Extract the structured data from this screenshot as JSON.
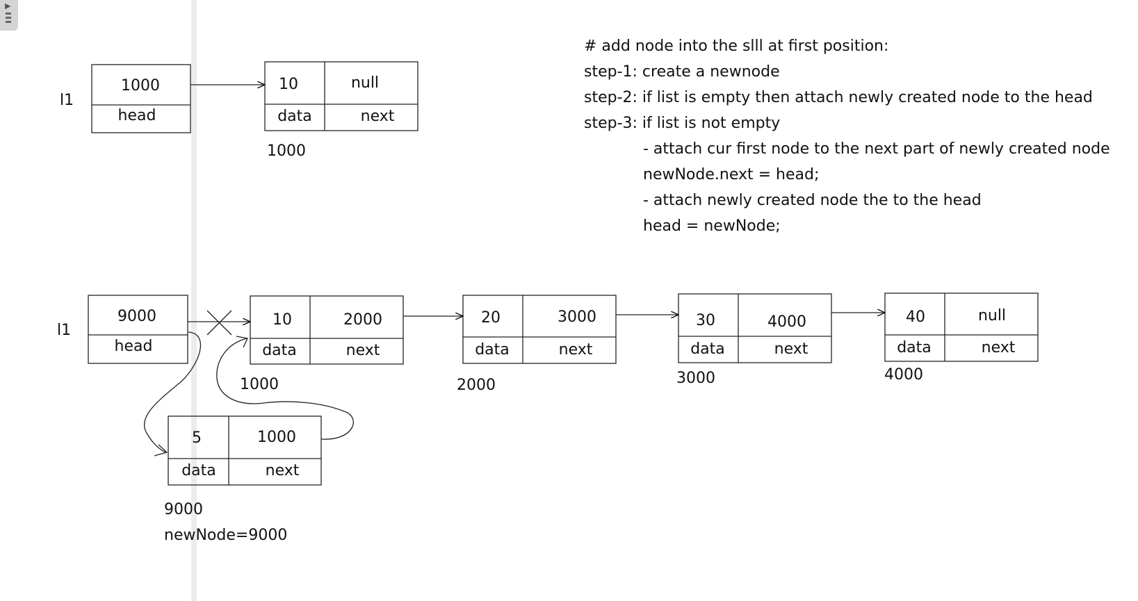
{
  "list_label": "l1",
  "notes": {
    "title": "# add node into the slll at first position:",
    "step1": "step-1: create a newnode",
    "step2": "step-2: if list is empty then attach newly created node to the head",
    "step3": "step-3: if list is not empty",
    "sub1": "- attach cur first node to the next part of newly created node",
    "code1": "newNode.next = head;",
    "sub2": "- attach newly created node the to the head",
    "code2": "head = newNode;"
  },
  "top": {
    "head_value": "1000",
    "head_label": "head",
    "node": {
      "data": "10",
      "next": "null",
      "data_label": "data",
      "next_label": "next",
      "address": "1000"
    }
  },
  "bottom": {
    "head_value": "9000",
    "head_label": "head",
    "nodes": [
      {
        "data": "10",
        "next": "2000",
        "data_label": "data",
        "next_label": "next",
        "address": "1000"
      },
      {
        "data": "20",
        "next": "3000",
        "data_label": "data",
        "next_label": "next",
        "address": "2000"
      },
      {
        "data": "30",
        "next": "4000",
        "data_label": "data",
        "next_label": "next",
        "address": "3000"
      },
      {
        "data": "40",
        "next": "null",
        "data_label": "data",
        "next_label": "next",
        "address": "4000"
      }
    ],
    "new_node": {
      "data": "5",
      "next": "1000",
      "data_label": "data",
      "next_label": "next",
      "address": "9000",
      "caption": "newNode=9000"
    }
  },
  "colors": {
    "ink": "#111111",
    "strip": "#ececec"
  }
}
